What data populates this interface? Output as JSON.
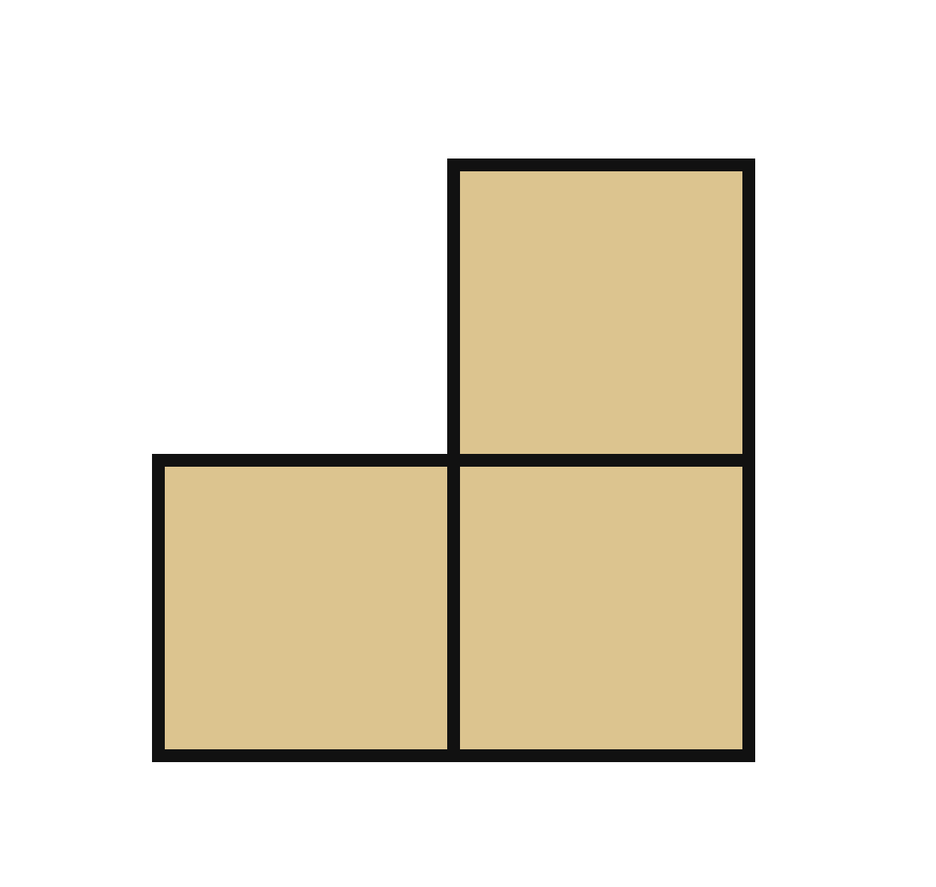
{
  "figure": {
    "shape": "L-tromino",
    "cells": [
      {
        "id": "top-right",
        "row": 0,
        "col": 1
      },
      {
        "id": "bottom-left",
        "row": 1,
        "col": 0
      },
      {
        "id": "bottom-right",
        "row": 1,
        "col": 1
      }
    ],
    "colors": {
      "fill": "#dcc48f",
      "stroke": "#111111",
      "background": "#ffffff"
    }
  }
}
